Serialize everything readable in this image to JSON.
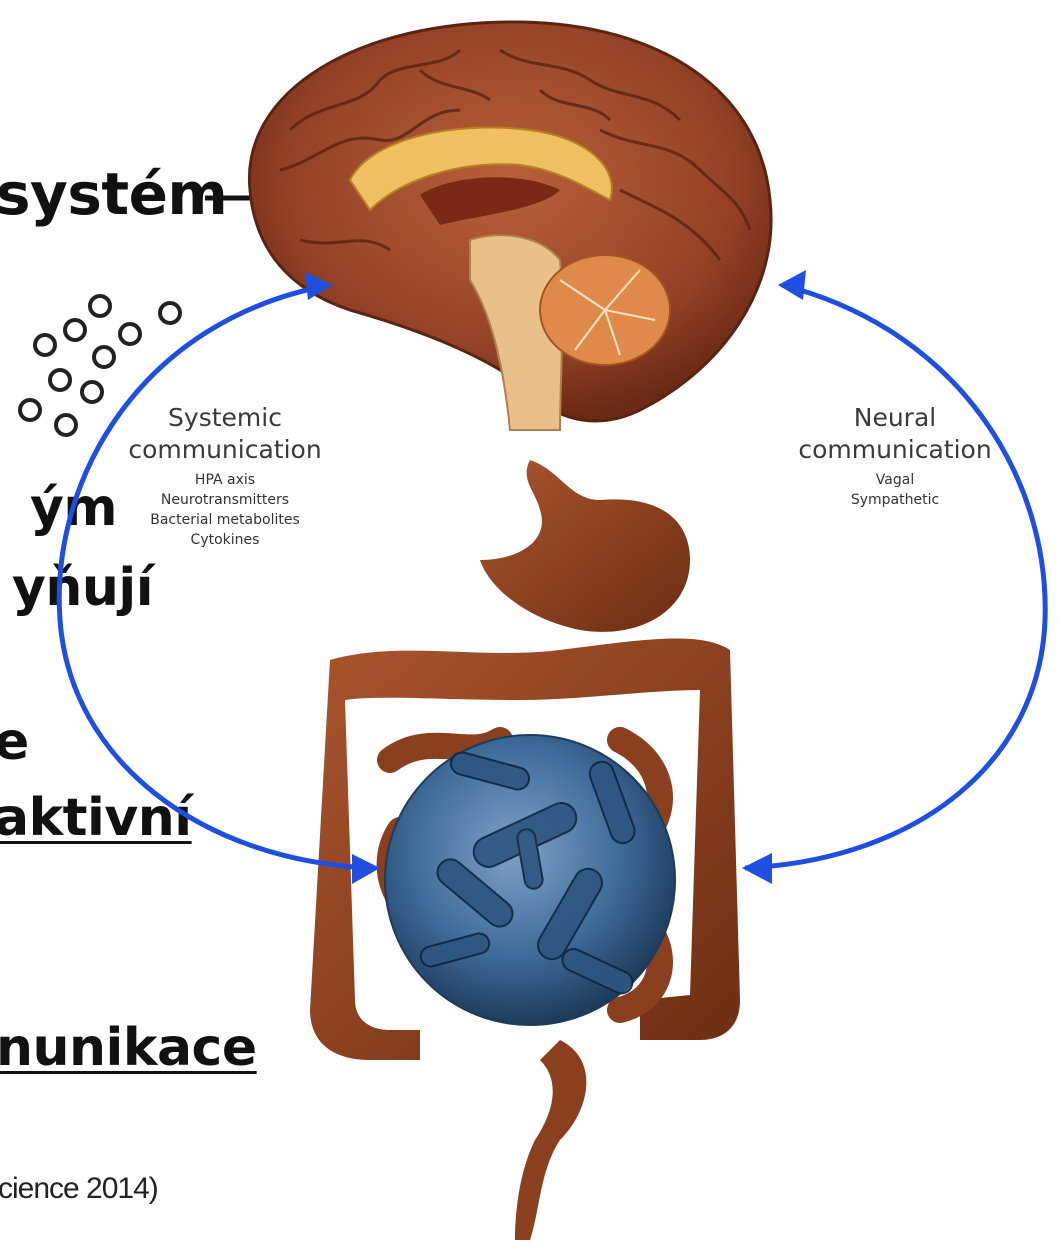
{
  "background_text": {
    "line_system": "systém",
    "line_ym": "ým",
    "line_ynuji": "yňují",
    "line_e": "e",
    "line_aktivni": "aktivní",
    "line_nunikace": "nunikace"
  },
  "citation": "cience 2014)",
  "systemic": {
    "heading_line1": "Systemic",
    "heading_line2": "communication",
    "items": [
      "HPA axis",
      "Neurotransmitters",
      "Bacterial metabolites",
      "Cytokines"
    ]
  },
  "neural": {
    "heading_line1": "Neural",
    "heading_line2": "communication",
    "items": [
      "Vagal",
      "Sympathetic"
    ]
  },
  "colors": {
    "arrow": "#1f4fe0",
    "brain": "#9c4a2c",
    "gut": "#8a3f1f",
    "microbiota": "#3f6c9a"
  }
}
